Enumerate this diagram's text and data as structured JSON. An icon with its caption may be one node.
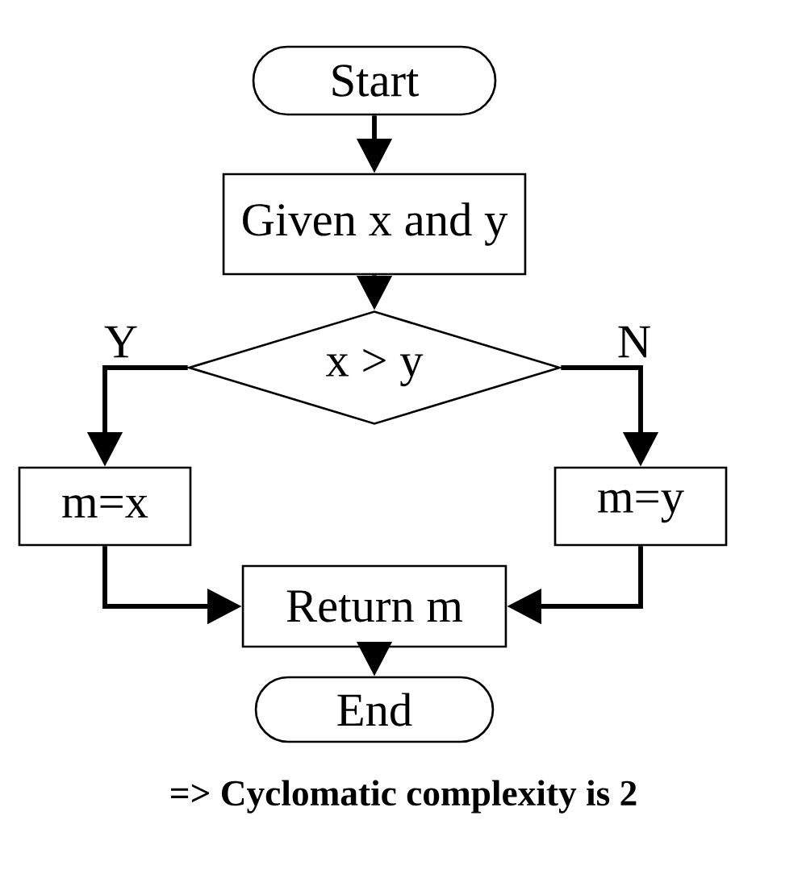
{
  "diagram": {
    "caption": "=> Cyclomatic complexity is 2",
    "nodes": [
      {
        "text": [
          "Start"
        ]
      },
      {
        "text": [
          "Given x and y"
        ]
      },
      {
        "text": [
          "x > y"
        ]
      },
      {
        "text": [
          "m=x"
        ]
      },
      {
        "text": [
          "m=y"
        ]
      },
      {
        "text": [
          "Return m"
        ]
      },
      {
        "text": [
          "End"
        ]
      }
    ],
    "edges": [
      {
        "from": 0,
        "to": 1,
        "arrow": "to"
      },
      {
        "from": 1,
        "to": 2,
        "arrow": "to"
      },
      {
        "from": 2,
        "to": 3,
        "arrow": "to",
        "label": "Y"
      },
      {
        "from": 2,
        "to": 4,
        "arrow": "to",
        "label": "N"
      },
      {
        "from": 3,
        "to": 5,
        "arrow": "to"
      },
      {
        "from": 4,
        "to": 5,
        "arrow": "to"
      },
      {
        "from": 5,
        "to": 6,
        "arrow": "to"
      }
    ]
  }
}
